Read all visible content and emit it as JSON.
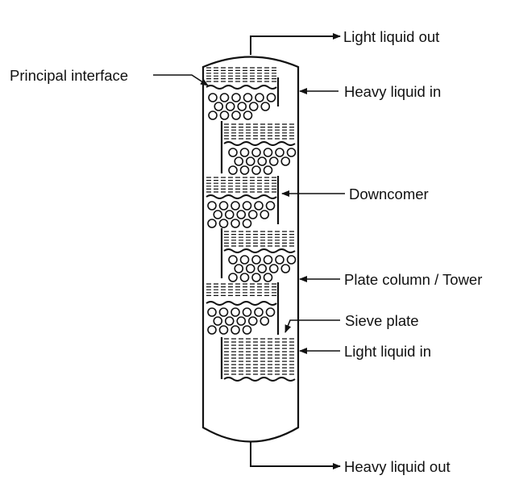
{
  "labels": {
    "light_liquid_out": "Light liquid out",
    "principal_interface": "Principal interface",
    "heavy_liquid_in": "Heavy liquid in",
    "downcomer": "Downcomer",
    "plate_column": "Plate column / Tower",
    "sieve_plate": "Sieve plate",
    "light_liquid_in": "Light liquid in",
    "heavy_liquid_out": "Heavy liquid out"
  },
  "colors": {
    "ink": "#111111",
    "background": "#ffffff"
  }
}
